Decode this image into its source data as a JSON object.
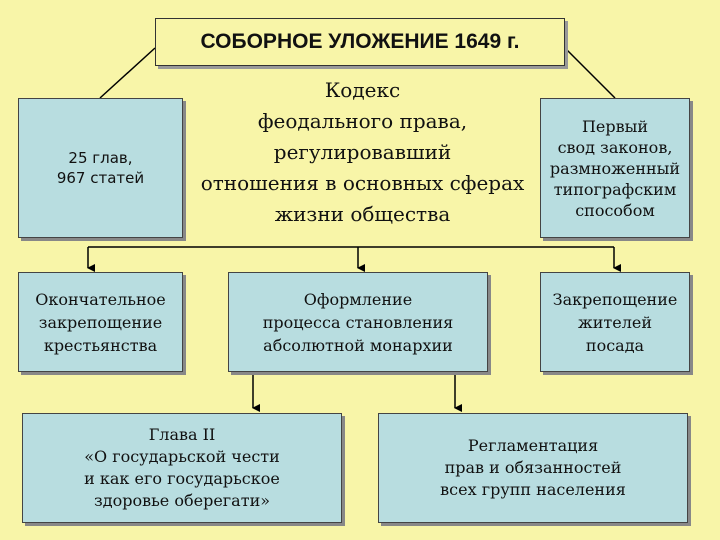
{
  "title": "СОБОРНОЕ УЛОЖЕНИЕ 1649 г.",
  "left_box": [
    "25 глав,",
    "967 статей"
  ],
  "center_text": [
    "Кодекс",
    "феодального права,",
    "регулировавший",
    "отношения в основных сферах",
    "жизни общества"
  ],
  "right_box": [
    "Первый",
    "свод законов,",
    "размноженный",
    "типографским",
    "способом"
  ],
  "row2": {
    "left": [
      "Окончательное",
      "закрепощение",
      "крестьянства"
    ],
    "middle": [
      "Оформление",
      "процесса становления",
      "абсолютной монархии"
    ],
    "right": [
      "Закрепощение",
      "жителей",
      "посада"
    ]
  },
  "row3": {
    "left": [
      "Глава II",
      "«О государьской чести",
      "и как его государьское",
      "здоровье оберегати»"
    ],
    "right": [
      "Регламентация",
      "прав и обязанностей",
      "всех групп населения"
    ]
  }
}
